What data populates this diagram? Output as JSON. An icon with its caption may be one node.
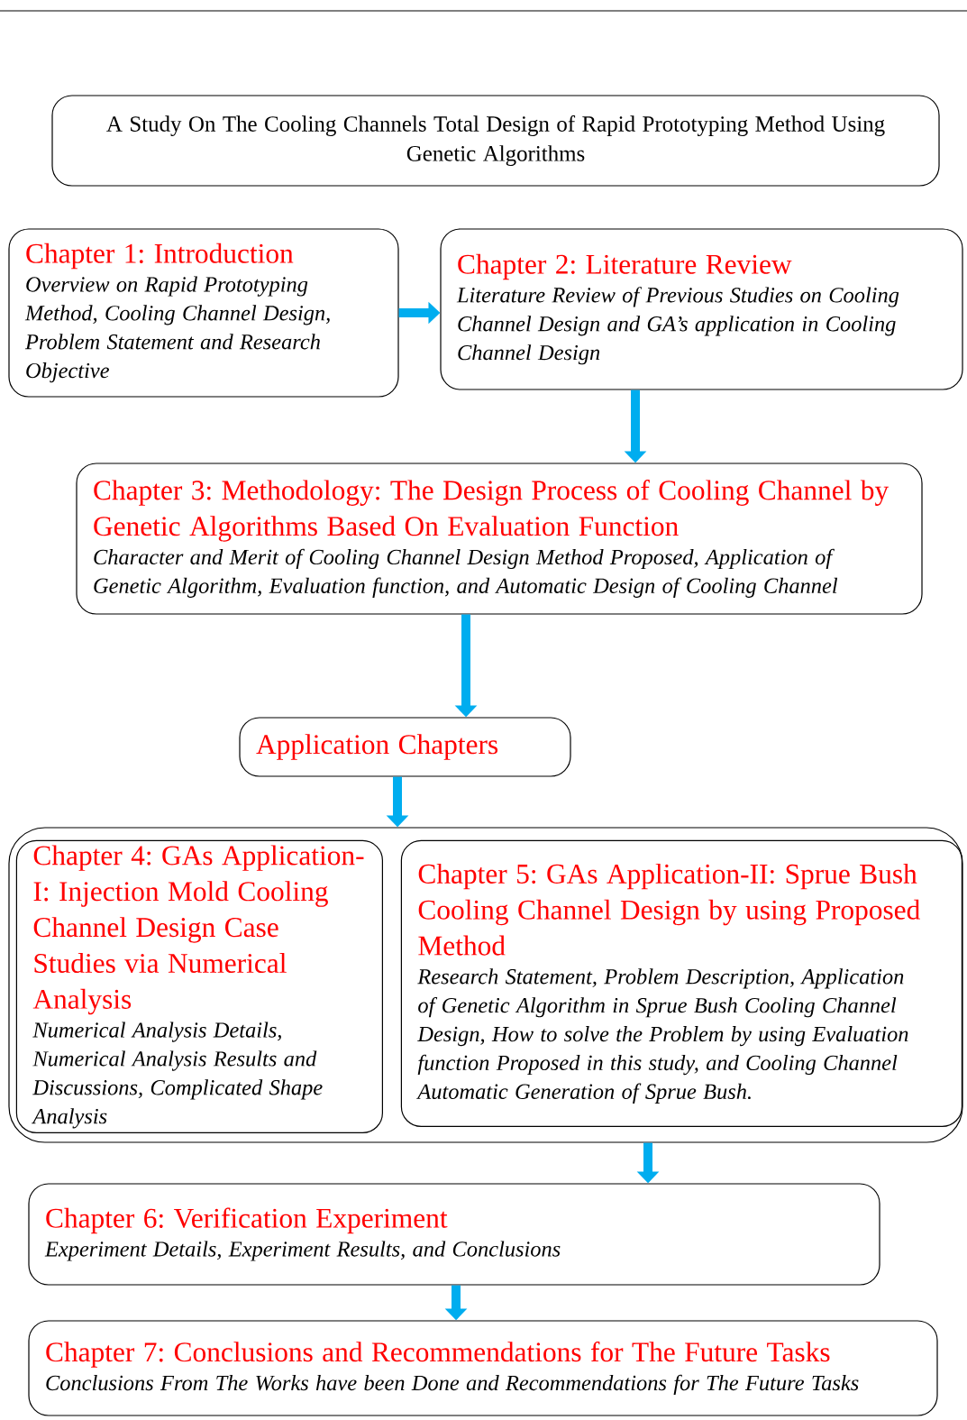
{
  "diagram": {
    "nodes": [
      {
        "text": [
          "A Study On The Cooling Channels Total Design of Rapid Prototyping Method Using Genetic Algorithms"
        ]
      },
      {
        "text": [
          "Chapter 1: Introduction",
          "Overview on Rapid Prototyping Method, Cooling Channel Design, Problem Statement and Research Objective"
        ]
      },
      {
        "text": [
          "Chapter 2: Literature Review",
          "Literature Review of Previous Studies on Cooling Channel Design and GA’s application in Cooling Channel Design"
        ]
      },
      {
        "text": [
          "Chapter 3: Methodology: The Design Process of Cooling Channel by Genetic Algorithms Based On Evaluation Function",
          "Character and Merit of Cooling Channel Design Method Proposed, Application of Genetic Algorithm, Evaluation function, and Automatic Design of Cooling Channel"
        ]
      },
      {
        "text": [
          "Application Chapters"
        ]
      },
      {
        "text": [],
        "shape": "box"
      },
      {
        "text": [
          "Chapter 4: GAs Application-I: Injection Mold Cooling Channel Design Case Studies via Numerical Analysis",
          "Numerical Analysis Details, Numerical Analysis Results and Discussions, Complicated Shape Analysis"
        ],
        "in": 5
      },
      {
        "text": [
          "Chapter 5: GAs Application-II: Sprue Bush Cooling Channel Design by using Proposed Method",
          "Research Statement, Problem Description, Application of Genetic Algorithm in Sprue Bush Cooling Channel Design, How to solve the Problem by using Evaluation function Proposed in this study, and Cooling Channel Automatic Generation of Sprue Bush."
        ],
        "in": 5
      },
      {
        "text": [
          "Chapter 6: Verification Experiment",
          "Experiment Details, Experiment Results, and Conclusions"
        ]
      },
      {
        "text": [
          "Chapter 7: Conclusions and Recommendations for The Future Tasks",
          "Conclusions From The Works have been Done and Recommendations for The Future Tasks"
        ]
      }
    ],
    "edges": [
      {
        "from": 1,
        "to": 2,
        "arrow": "to"
      },
      {
        "from": 2,
        "to": 3,
        "arrow": "to"
      },
      {
        "from": 3,
        "to": 4,
        "arrow": "to"
      },
      {
        "from": 4,
        "to": 5,
        "arrow": "to"
      },
      {
        "from": 5,
        "to": 8,
        "arrow": "to"
      },
      {
        "from": 8,
        "to": 9,
        "arrow": "to"
      }
    ]
  }
}
